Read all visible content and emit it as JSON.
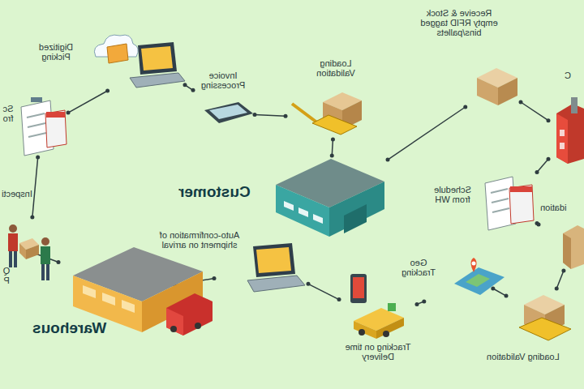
{
  "diagram": {
    "nodes": [
      {
        "text": [
          "Sc fro"
        ]
      },
      {
        "text": [
          "Digitized Picking"
        ]
      },
      {
        "text": [
          "Invoice Processing"
        ]
      },
      {
        "text": [
          "Loading Validation"
        ]
      },
      {
        "text": [
          "Receive & Stock empty RFID tagged bins/pallets"
        ]
      },
      {
        "text": [
          "C"
        ]
      },
      {
        "text": [
          "Schedule from WH"
        ]
      },
      {
        "text": [
          "idation"
        ]
      },
      {
        "text": [
          "Customer"
        ]
      },
      {
        "text": [
          "Loading Validation"
        ]
      },
      {
        "text": [
          "Geo Tracking"
        ]
      },
      {
        "text": [
          "Tracking on time Delivery"
        ]
      },
      {
        "text": [
          "Auto-confirmation of shipment on arrival"
        ]
      },
      {
        "text": [
          "Warehous"
        ]
      },
      {
        "text": [
          "Q P"
        ]
      }
    ],
    "edges": [
      {
        "from": 0,
        "to": 1,
        "arrow": "none"
      },
      {
        "from": 1,
        "to": 2,
        "arrow": "none"
      },
      {
        "from": 2,
        "to": 3,
        "arrow": "none"
      },
      {
        "from": 3,
        "to": 8,
        "arrow": "none"
      },
      {
        "from": 8,
        "to": 4,
        "arrow": "none"
      },
      {
        "from": 4,
        "to": 5,
        "arrow": "none"
      },
      {
        "from": 5,
        "to": 6,
        "arrow": "none"
      },
      {
        "from": 6,
        "to": 7,
        "arrow": "none"
      },
      {
        "from": 7,
        "to": 9,
        "arrow": "none"
      },
      {
        "from": 9,
        "to": 10,
        "arrow": "none"
      },
      {
        "from": 10,
        "to": 11,
        "arrow": "none"
      },
      {
        "from": 11,
        "to": 12,
        "arrow": "none"
      },
      {
        "from": 12,
        "to": 13,
        "arrow": "none"
      },
      {
        "from": 13,
        "to": 14,
        "arrow": "none"
      },
      {
        "from": 14,
        "to": 0,
        "arrow": "none"
      }
    ],
    "labels": [
      "Inspecti"
    ]
  }
}
